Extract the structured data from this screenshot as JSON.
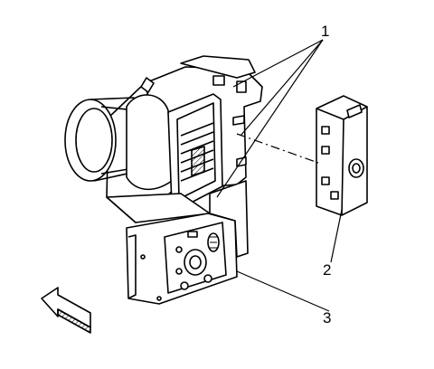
{
  "callouts": {
    "c1": "1",
    "c2": "2",
    "c3": "3"
  },
  "colors": {
    "line": "#000000",
    "background": "#ffffff",
    "shade": "#cfcfcf"
  }
}
